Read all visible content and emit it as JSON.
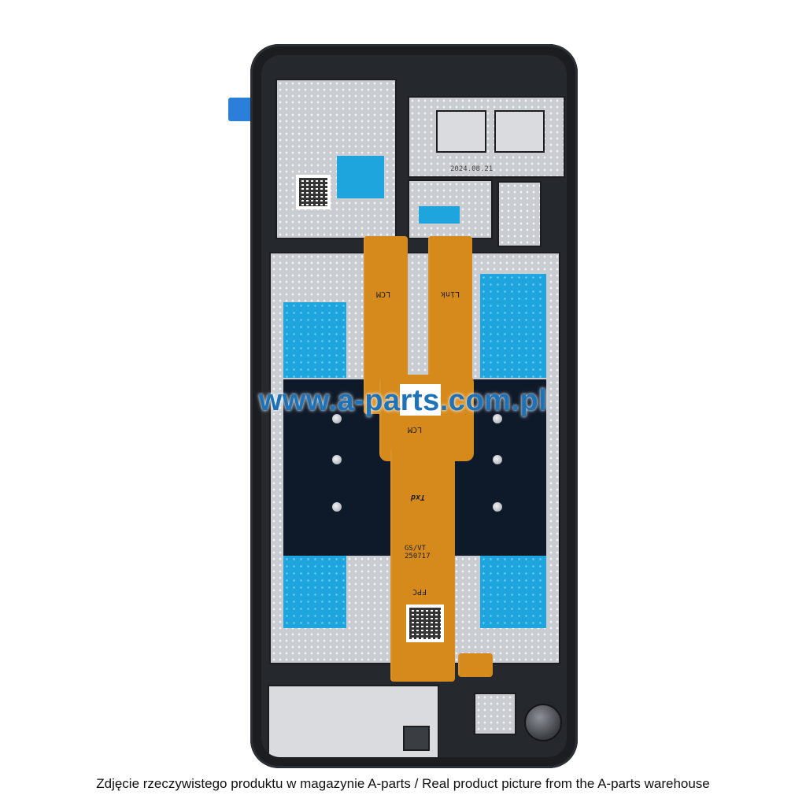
{
  "watermark": "www.a-parts.com.pl",
  "caption": "Zdjęcie rzeczywistego produktu w magazynie A-parts / Real product picture from the A-parts warehouse",
  "labels": {
    "lcm_top": "LCM",
    "link": "Link",
    "lcm_mid": "LCM",
    "date_stamp": "2024.08.21",
    "gs_code": "GS/VT\n250717",
    "fpc": "FPC",
    "brand_mark": "Txd"
  },
  "colors": {
    "blue_film": "#1ea5de",
    "flex_cable": "#d68a1c",
    "frame": "#1b1d21",
    "watermark": "#1e73b8"
  }
}
